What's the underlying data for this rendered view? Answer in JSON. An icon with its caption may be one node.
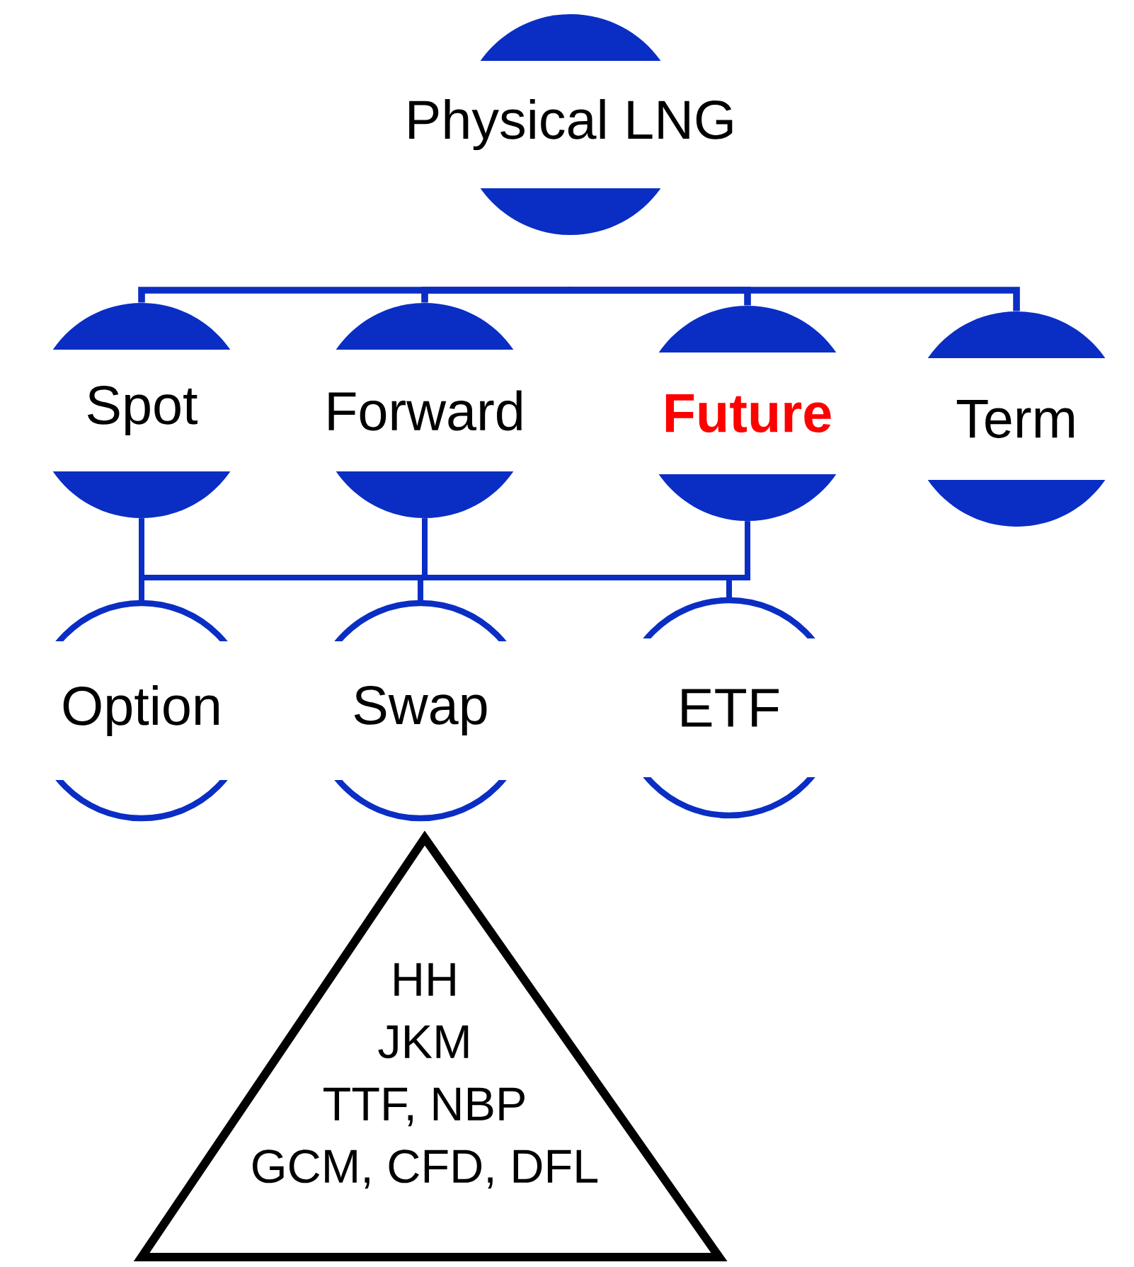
{
  "diagram": {
    "nodes": [
      {
        "text": [
          "Physical LNG"
        ]
      },
      {
        "text": [
          "Spot"
        ]
      },
      {
        "text": [
          "Forward"
        ]
      },
      {
        "text": [
          "Future"
        ]
      },
      {
        "text": [
          "Term"
        ]
      },
      {
        "text": [
          "Option"
        ]
      },
      {
        "text": [
          "Swap"
        ]
      },
      {
        "text": [
          "ETF"
        ]
      },
      {
        "text": [
          "HH",
          "JKM",
          "TTF, NBP",
          "GCM, CFD, DFL"
        ]
      }
    ],
    "edges": [
      {
        "from": 0,
        "to": 1,
        "arrow": "none"
      },
      {
        "from": 0,
        "to": 2,
        "arrow": "none"
      },
      {
        "from": 0,
        "to": 3,
        "arrow": "none"
      },
      {
        "from": 0,
        "to": 4,
        "arrow": "none"
      },
      {
        "from": 1,
        "to": 5,
        "arrow": "none"
      },
      {
        "from": 1,
        "to": 6,
        "arrow": "none"
      },
      {
        "from": 1,
        "to": 7,
        "arrow": "none"
      },
      {
        "from": 2,
        "to": 5,
        "arrow": "none"
      },
      {
        "from": 2,
        "to": 6,
        "arrow": "none"
      },
      {
        "from": 2,
        "to": 7,
        "arrow": "none"
      },
      {
        "from": 3,
        "to": 5,
        "arrow": "none"
      },
      {
        "from": 3,
        "to": 6,
        "arrow": "none"
      },
      {
        "from": 3,
        "to": 7,
        "arrow": "none"
      }
    ]
  }
}
